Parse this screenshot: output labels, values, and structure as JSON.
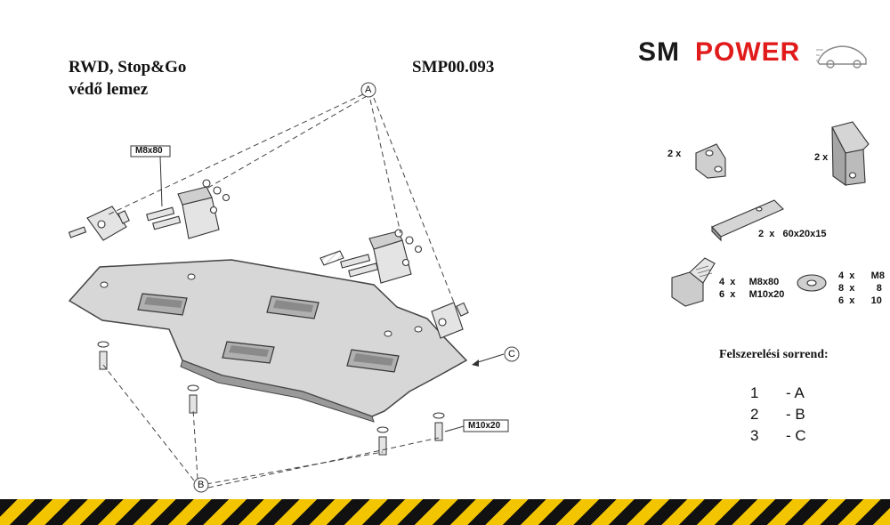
{
  "header": {
    "line1": "RWD, Stop&Go",
    "line2": "védő lemez",
    "code": "SMP00.093"
  },
  "logo": {
    "part1": "SM",
    "part2": "POWER",
    "colors": {
      "sm": "#1a1a1a",
      "power": "#e11b1b"
    }
  },
  "diagram": {
    "callouts": [
      "A",
      "B",
      "C"
    ],
    "bolt_labels": [
      "M8x80",
      "M10x20"
    ]
  },
  "parts": {
    "bracket1_qty": "2  x",
    "bracket2_qty": "2  x",
    "plate": "2  x   60x20x15",
    "bolts": [
      "4  x     M8x80",
      "6  x     M10x20"
    ],
    "washers": [
      "4  x      M8",
      "8  x        8",
      "6  x      10"
    ]
  },
  "order": {
    "title": "Felszerelési sorrend:",
    "steps": [
      {
        "num": "1",
        "step": "- A"
      },
      {
        "num": "2",
        "step": "- B"
      },
      {
        "num": "3",
        "step": "- C"
      }
    ]
  },
  "colors": {
    "stripe_yellow": "#f2c500",
    "stripe_black": "#111111"
  }
}
